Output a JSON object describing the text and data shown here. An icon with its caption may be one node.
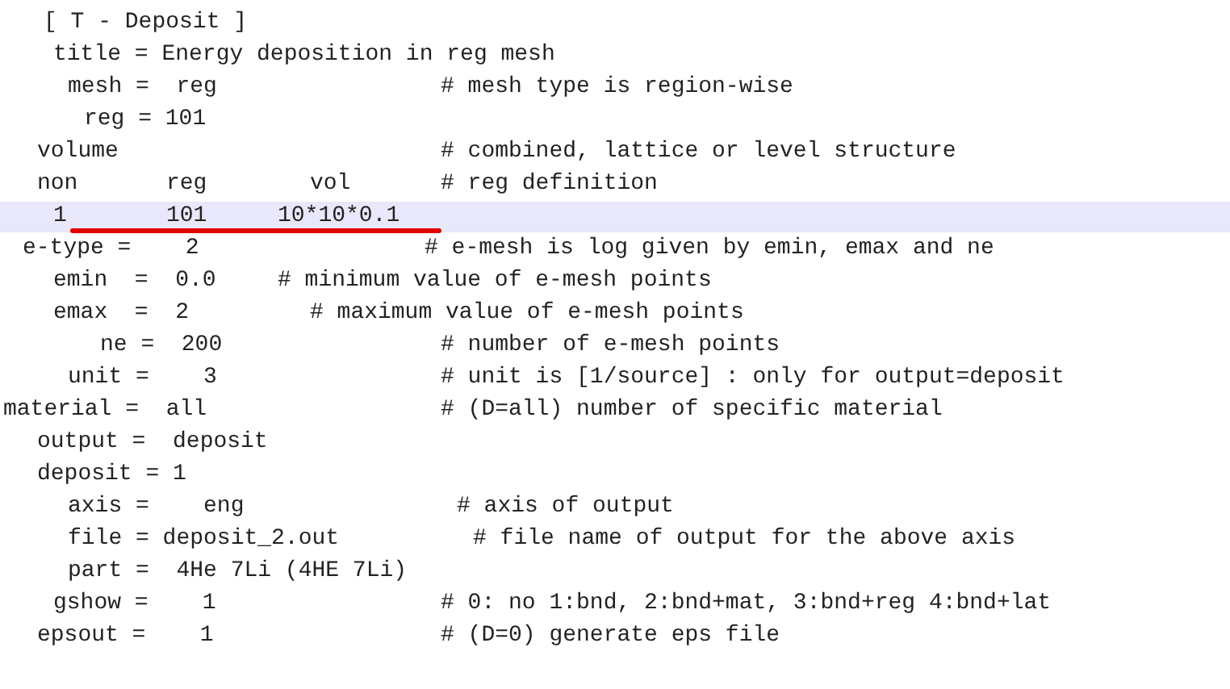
{
  "diagram": {
    "labels": [
      "[ T - Deposit ]",
      "title = Energy deposition in reg mesh",
      "mesh =  reg",
      "# mesh type is region-wise",
      "reg = 101",
      "volume",
      "# combined, lattice or level structure",
      "non",
      "reg",
      "vol",
      "# reg definition",
      "1",
      "101",
      "10*10*0.1",
      "e-type =    2",
      "# e-mesh is log given by emin, emax and ne",
      "emin  =  0.0",
      "# minimum value of e-mesh points",
      "emax  =  2",
      "# maximum value of e-mesh points",
      "ne =  200",
      "# number of e-mesh points",
      "unit =    3",
      "# unit is [1/source] : only for output=deposit",
      "material =  all",
      "# (D=all) number of specific material",
      "output =  deposit",
      "deposit = 1",
      "axis =    eng",
      "# axis of output",
      "file = deposit_2.out",
      "# file name of output for the above axis",
      "part =  4He 7Li (4HE 7Li)",
      "gshow =    1",
      "# 0: no 1:bnd, 2:bnd+mat, 3:bnd+reg 4:bnd+lat",
      "epsout =    1",
      "# (D=0) generate eps file"
    ]
  }
}
